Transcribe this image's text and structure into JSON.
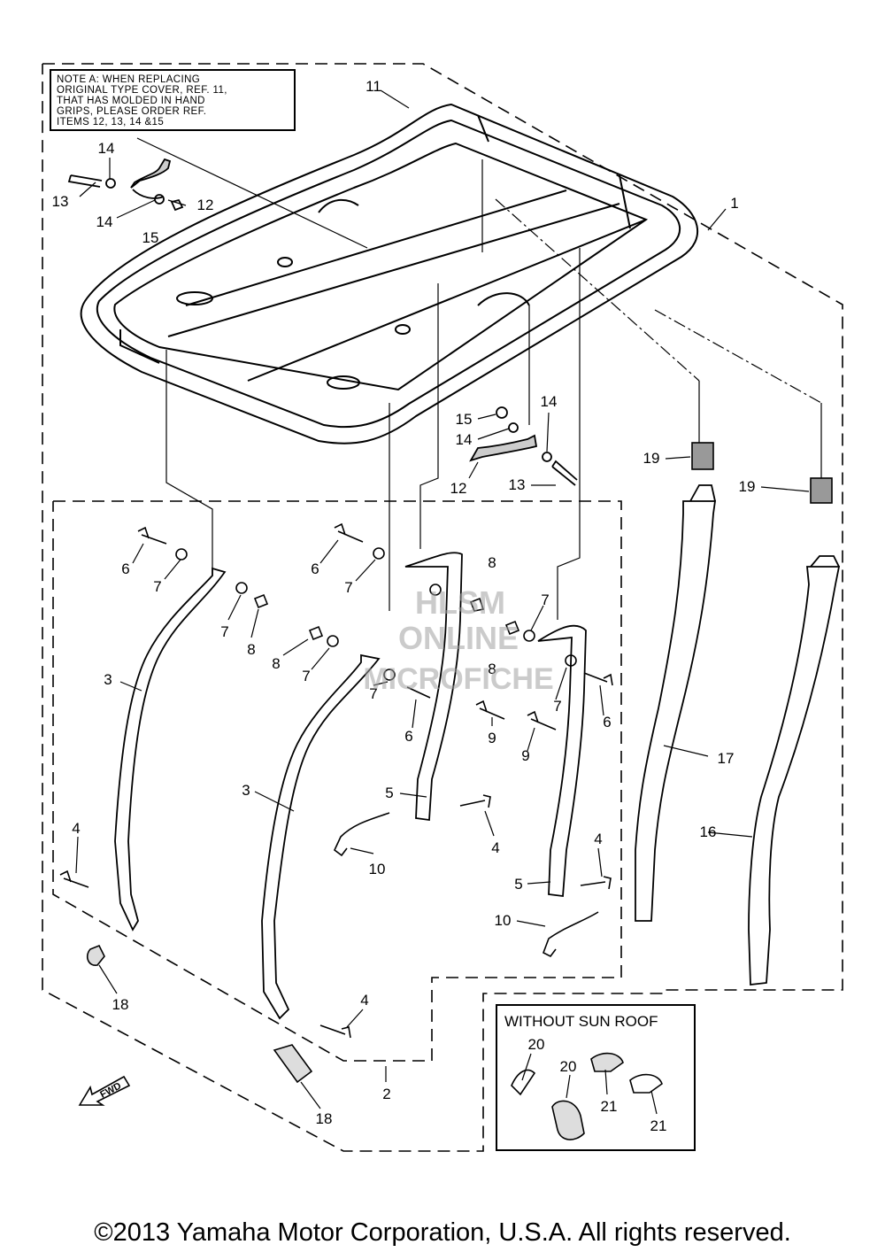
{
  "note": {
    "lines": [
      "NOTE A: WHEN REPLACING",
      "ORIGINAL TYPE COVER, REF. 11,",
      "THAT HAS MOLDED IN HAND",
      "GRIPS, PLEASE ORDER REF.",
      "ITEMS 12, 13, 14 &15"
    ]
  },
  "sun_roof_box": {
    "title": "WITHOUT SUN ROOF"
  },
  "callouts": [
    {
      "id": "c11",
      "text": "11"
    },
    {
      "id": "c14a",
      "text": "14"
    },
    {
      "id": "c13a",
      "text": "13"
    },
    {
      "id": "c12a",
      "text": "12"
    },
    {
      "id": "c14b",
      "text": "14"
    },
    {
      "id": "c15a",
      "text": "15"
    },
    {
      "id": "c1",
      "text": "1"
    },
    {
      "id": "c15b",
      "text": "15"
    },
    {
      "id": "c14c",
      "text": "14"
    },
    {
      "id": "c14d",
      "text": "14"
    },
    {
      "id": "c12b",
      "text": "12"
    },
    {
      "id": "c13b",
      "text": "13"
    },
    {
      "id": "c19a",
      "text": "19"
    },
    {
      "id": "c19b",
      "text": "19"
    },
    {
      "id": "c6a",
      "text": "6"
    },
    {
      "id": "c7a",
      "text": "7"
    },
    {
      "id": "c7b",
      "text": "7"
    },
    {
      "id": "c8a",
      "text": "8"
    },
    {
      "id": "c6b",
      "text": "6"
    },
    {
      "id": "c7c",
      "text": "7"
    },
    {
      "id": "c8b",
      "text": "8"
    },
    {
      "id": "c8c",
      "text": "8"
    },
    {
      "id": "c7d",
      "text": "7"
    },
    {
      "id": "c7e",
      "text": "7"
    },
    {
      "id": "c8d",
      "text": "8"
    },
    {
      "id": "c7f",
      "text": "7"
    },
    {
      "id": "c6c",
      "text": "6"
    },
    {
      "id": "c9a",
      "text": "9"
    },
    {
      "id": "c6d",
      "text": "6"
    },
    {
      "id": "c9b",
      "text": "9"
    },
    {
      "id": "c7g",
      "text": "7"
    },
    {
      "id": "c3a",
      "text": "3"
    },
    {
      "id": "c3b",
      "text": "3"
    },
    {
      "id": "c17",
      "text": "17"
    },
    {
      "id": "c5a",
      "text": "5"
    },
    {
      "id": "c4a",
      "text": "4"
    },
    {
      "id": "c10a",
      "text": "10"
    },
    {
      "id": "c4b",
      "text": "4"
    },
    {
      "id": "c16",
      "text": "16"
    },
    {
      "id": "c4c",
      "text": "4"
    },
    {
      "id": "c5b",
      "text": "5"
    },
    {
      "id": "c10b",
      "text": "10"
    },
    {
      "id": "c18a",
      "text": "18"
    },
    {
      "id": "c4d",
      "text": "4"
    },
    {
      "id": "c20a",
      "text": "20"
    },
    {
      "id": "c20b",
      "text": "20"
    },
    {
      "id": "c21a",
      "text": "21"
    },
    {
      "id": "c21b",
      "text": "21"
    },
    {
      "id": "c2",
      "text": "2"
    },
    {
      "id": "c18b",
      "text": "18"
    }
  ],
  "watermark": {
    "line1": "HLSM",
    "line2": "ONLINE",
    "line3": "MICROFICHE"
  },
  "fwd_label": "FWD",
  "copyright": "©2013 Yamaha Motor Corporation, U.S.A. All rights reserved."
}
